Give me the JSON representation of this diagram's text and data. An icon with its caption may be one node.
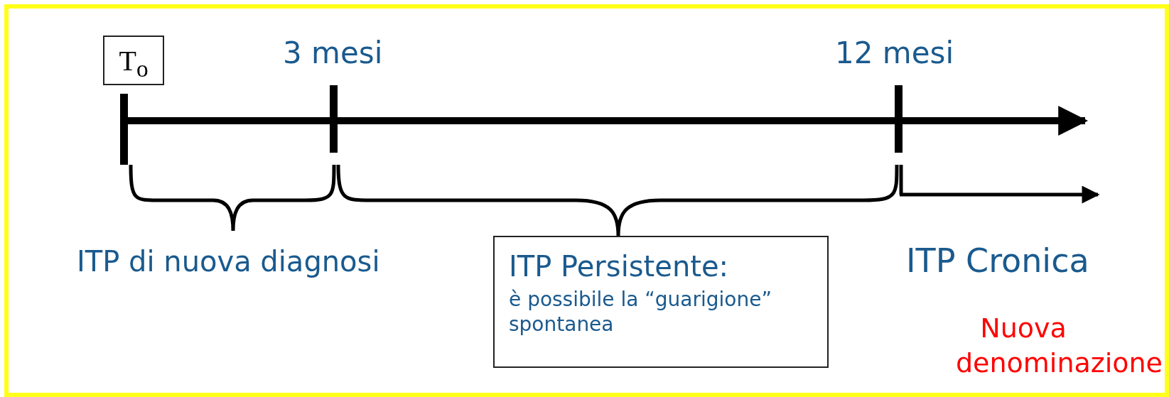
{
  "diagram": {
    "nodes": [
      {
        "text": [
          "T$_{o}$"
        ]
      },
      {
        "text": [
          "ITP Persistente:",
          "è possibile la “guarigione” spontanea"
        ]
      }
    ],
    "labels": [
      "3 mesi",
      "12 mesi",
      "ITP di nuova diagnosi",
      "ITP Cronica",
      "Nuova denominazione"
    ]
  }
}
